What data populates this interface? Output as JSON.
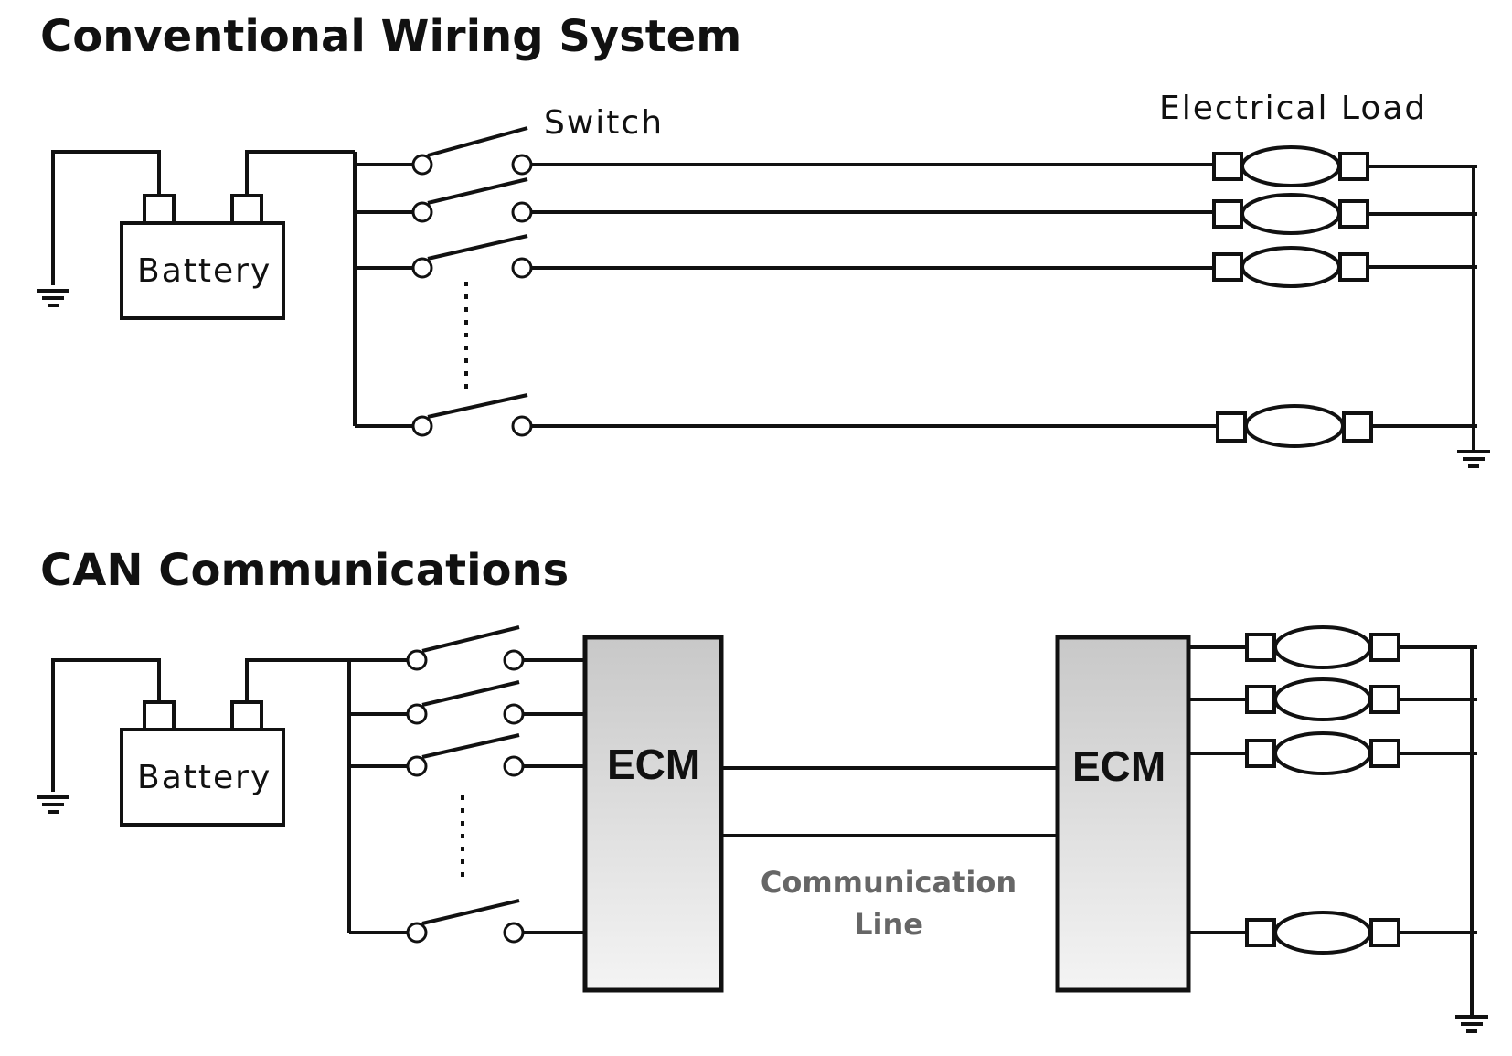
{
  "sections": {
    "conventional": {
      "title": "Conventional Wiring System",
      "battery_label": "Battery",
      "switch_label": "Switch",
      "load_label": "Electrical Load",
      "circuits": 4
    },
    "can": {
      "title": "CAN Communications",
      "battery_label": "Battery",
      "ecm_left_label": "ECM",
      "ecm_right_label": "ECM",
      "comm_line_label_1": "Communication",
      "comm_line_label_2": "Line",
      "circuits": 4
    }
  },
  "colors": {
    "line": "#111111",
    "ecm_fill_top": "#c8c8c8",
    "ecm_fill_bottom": "#f2f2f2",
    "comm_text": "#666666"
  }
}
